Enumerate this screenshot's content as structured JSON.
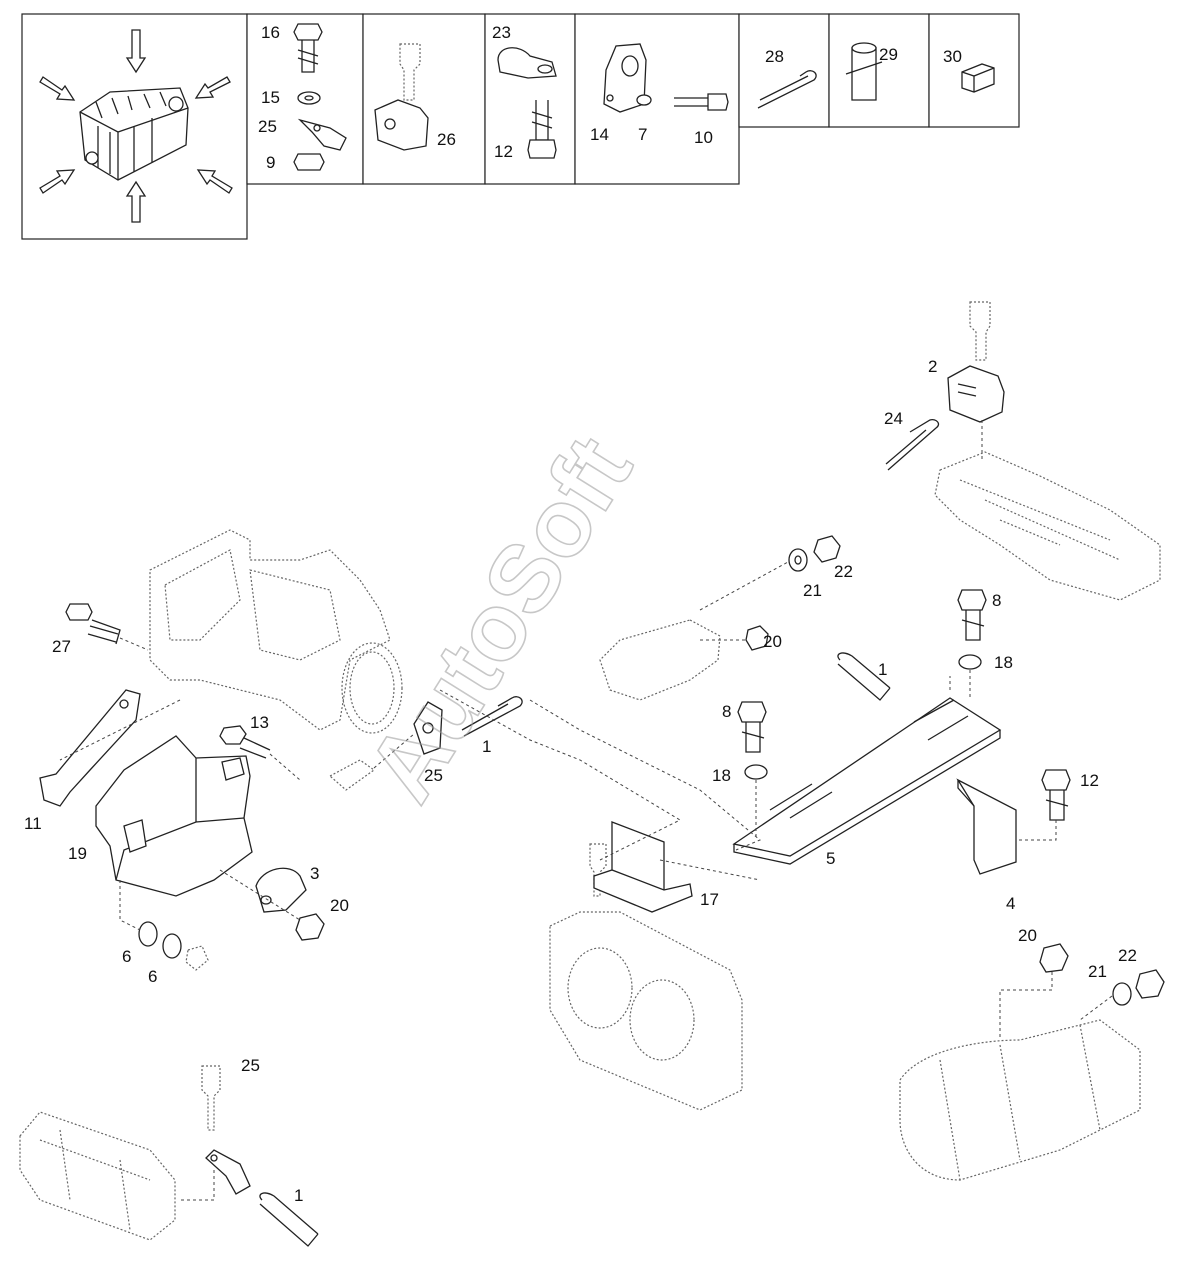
{
  "watermark": "AutoSoft",
  "legend": {
    "cells": [
      {
        "labels": [
          "16",
          "15",
          "25",
          "9"
        ]
      },
      {
        "labels": [
          "26"
        ]
      },
      {
        "labels": [
          "23",
          "12"
        ]
      },
      {
        "labels": [
          "14",
          "7",
          "10"
        ]
      },
      {
        "labels": [
          "28"
        ]
      },
      {
        "labels": [
          "29"
        ]
      },
      {
        "labels": [
          "30"
        ]
      }
    ]
  },
  "callouts": {
    "c2": "2",
    "c24": "24",
    "c22a": "22",
    "c21a": "21",
    "c20a": "20",
    "c27": "27",
    "c13": "13",
    "c1a": "1",
    "c25a": "25",
    "c8a": "8",
    "c18a": "18",
    "c1b": "1",
    "c8b": "8",
    "c18b": "18",
    "c12": "12",
    "c11": "11",
    "c19": "19",
    "c3": "3",
    "c20b": "20",
    "c6a": "6",
    "c6b": "6",
    "c17": "17",
    "c5": "5",
    "c4": "4",
    "c20c": "20",
    "c21b": "21",
    "c22b": "22",
    "c25b": "25",
    "c1c": "1"
  }
}
